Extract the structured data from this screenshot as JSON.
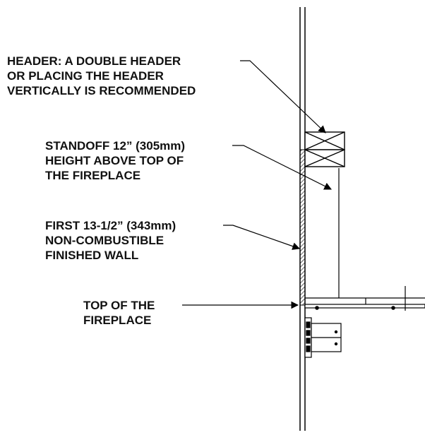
{
  "diagram": {
    "colors": {
      "ink": "#000000",
      "paper": "#ffffff"
    },
    "labels": {
      "header": [
        "HEADER: A DOUBLE HEADER",
        "OR PLACING THE HEADER",
        "VERTICALLY IS RECOMMENDED"
      ],
      "standoff": [
        "STANDOFF 12” (305mm)",
        "HEIGHT ABOVE TOP OF",
        "THE FIREPLACE"
      ],
      "finished_wall": [
        "FIRST 13-1/2” (343mm)",
        "NON-COMBUSTIBLE",
        "FINISHED WALL"
      ],
      "top_of_fireplace": [
        "TOP OF THE",
        "FIREPLACE"
      ]
    }
  }
}
